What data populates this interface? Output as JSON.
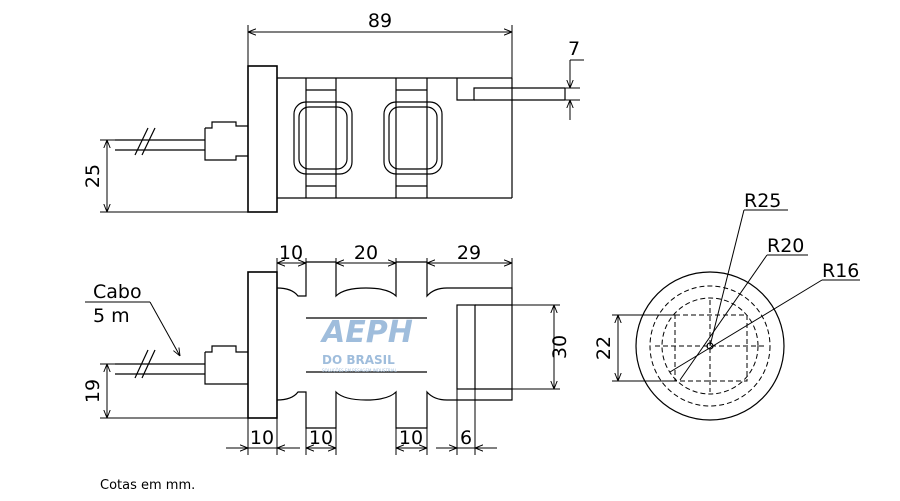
{
  "dimensions": {
    "top_width": "89",
    "top_step": "7",
    "top_height": "25",
    "front_col1": "10",
    "front_col2": "20",
    "front_col3": "29",
    "front_height": "30",
    "front_low": "19",
    "bottom_a": "10",
    "bottom_b": "10",
    "bottom_c": "10",
    "bottom_d": "6",
    "side_height": "22",
    "radius_outer": "R25",
    "radius_mid": "R20",
    "radius_inner": "R16"
  },
  "cable_label": {
    "line1": "Cabo",
    "line2": "5 m"
  },
  "watermark": {
    "logo": "AEPH",
    "name": "DO BRASIL",
    "tagline": "SOLUÇÕES EM PESAGEM INDUSTRIAL"
  },
  "note": "Cotas em mm.",
  "colors": {
    "line": "#000000",
    "watermark": "#8fb2d6",
    "background": "#ffffff"
  }
}
